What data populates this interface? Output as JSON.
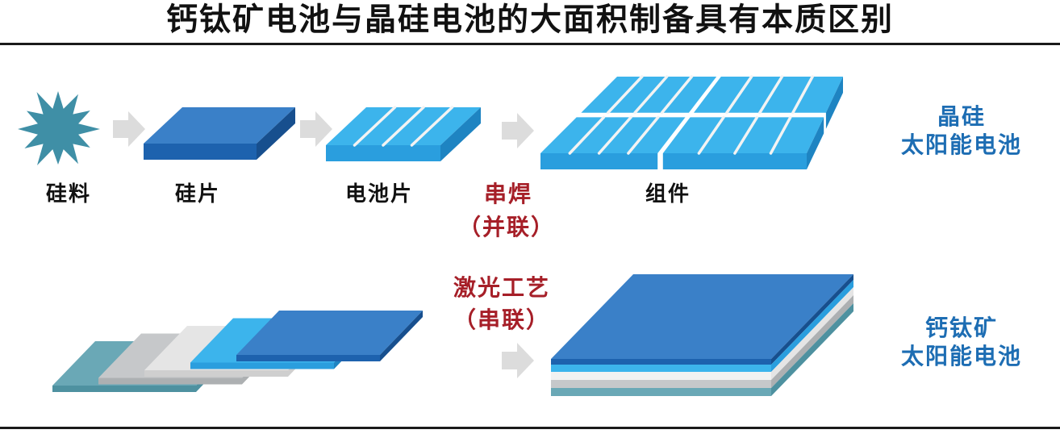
{
  "title": "钙钛矿电池与晶硅电池的大面积制备具有本质区别",
  "crystalline_silicon": {
    "steps": {
      "raw_material": "硅料",
      "wafer": "硅片",
      "cell": "电池片",
      "module": "组件"
    },
    "process": "串焊",
    "process_note": "（并联）",
    "category": [
      "晶硅",
      "太阳能电池"
    ]
  },
  "perovskite": {
    "process": "激光工艺",
    "process_note": "（串联）",
    "category": [
      "钙钛矿",
      "太阳能电池"
    ]
  },
  "icons": {
    "raw_material": "starburst-icon",
    "flow": "right-arrow-icon"
  },
  "colors": {
    "label_text": "#111111",
    "process_text": "#a61f28",
    "category_text": "#1d6db3",
    "rule_line": "#1a1a1a",
    "arrow": "#dcdcdc",
    "silicon": "#3f8fa6",
    "wafer_blue": "#3a80c8",
    "wafer_dark": "#1d62ae",
    "cell_blue": "#3cb4ec",
    "cell_dark": "#2a9ede",
    "busbar": "#f3f3f3",
    "layer_teal": "#6aa8b6",
    "layer_gray": "#c6c8ca",
    "layer_light": "#e5e5e5"
  }
}
